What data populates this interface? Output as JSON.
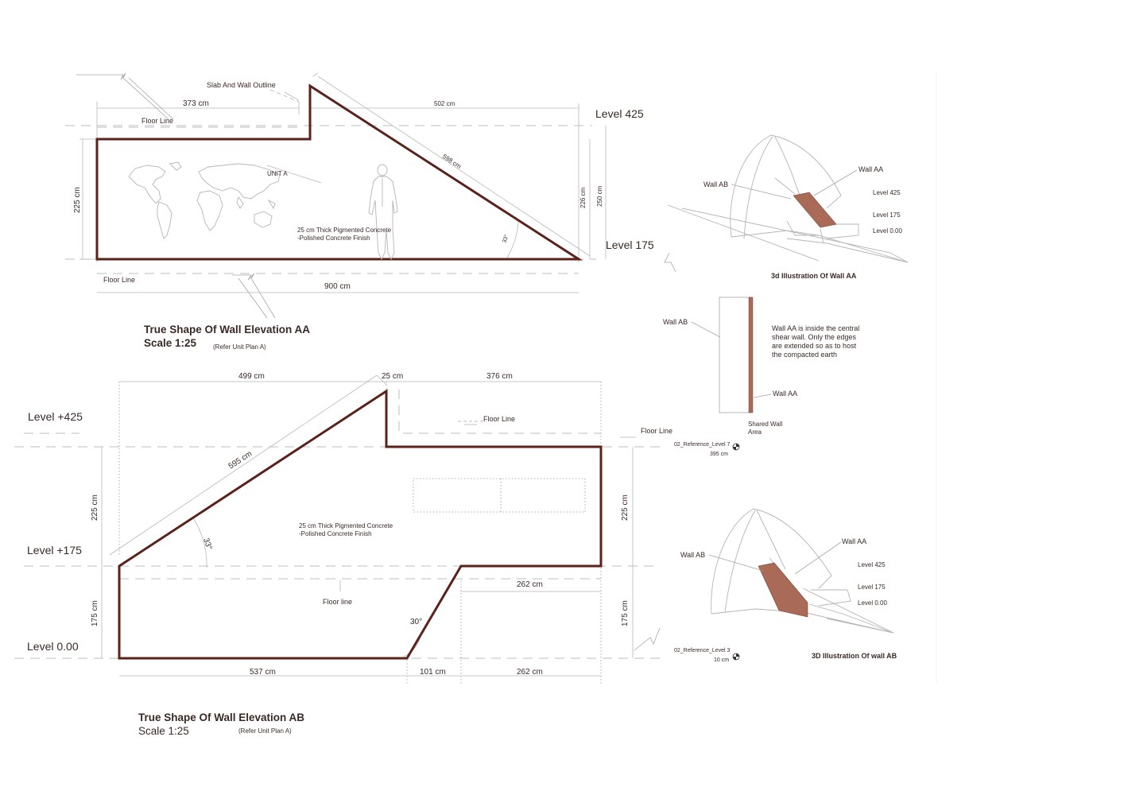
{
  "elevation_aa": {
    "title": "True Shape Of Wall Elevation AA",
    "scale": "Scale 1:25",
    "refer": "(Refer Unit Plan A)",
    "slab_outline": "Slab And Wall Outline",
    "floor_line_top": "Floor Line",
    "floor_line_bottom": "Floor Line",
    "unit_label": "UNIT A",
    "material_line1": "25 cm Thick Pigmented Concrete",
    "material_line2": "-Polished Concrete Finish",
    "level_top": "Level 425",
    "level_bottom": "Level 175",
    "dims": {
      "top_left": "373 cm",
      "top_right": "502 cm",
      "diagonal": "598 cm",
      "left_height": "225 cm",
      "right_height_a": "226 cm",
      "right_height_b": "250 cm",
      "bottom": "900 cm",
      "angle": "33°"
    }
  },
  "elevation_ab": {
    "title": "True Shape Of Wall Elevation AB",
    "scale": "Scale 1:25",
    "refer": "(Refer Unit Plan A)",
    "floor_line_top": "Floor Line",
    "floor_line_right": "Floor Line",
    "floor_line_mid": "Floor line",
    "material_line1": "25 cm Thick Pigmented Concrete",
    "material_line2": "-Polished Concrete Finish",
    "level_425": "Level +425",
    "level_175": "Level +175",
    "level_0": "Level 0.00",
    "ref_level_7": "02_Reference_Level 7",
    "ref_level_7_value": "395 cm",
    "ref_level_3": "02_Reference_Level 3",
    "ref_level_3_value": "10 cm",
    "dims": {
      "top_left": "499 cm",
      "top_mid": "25 cm",
      "top_right": "376 cm",
      "diagonal": "595 cm",
      "angle_top": "33°",
      "angle_bottom": "30°",
      "left_upper": "225 cm",
      "left_lower": "175 cm",
      "right_upper": "225 cm",
      "right_lower": "175 cm",
      "mid_right": "262 cm",
      "bottom_left": "537 cm",
      "bottom_mid": "101 cm",
      "bottom_right": "262 cm"
    }
  },
  "illustration_aa": {
    "title": "3d Illustration Of Wall AA",
    "wall_ab": "Wall AB",
    "wall_aa": "Wall AA",
    "level_425": "Level 425",
    "level_175": "Level 175",
    "level_0": "Level 0.00"
  },
  "section": {
    "wall_ab": "Wall AB",
    "wall_aa": "Wall AA",
    "note_line1": "Wall AA is inside the central",
    "note_line2": "shear wall. Only the edges",
    "note_line3": "are extended so as to host",
    "note_line4": "the compacted earth",
    "shared_line1": "Shared Wall",
    "shared_line2": "Area"
  },
  "illustration_ab": {
    "title": "3D Illustration Of wall AB",
    "wall_ab": "Wall AB",
    "wall_aa": "Wall AA",
    "level_425": "Level 425",
    "level_175": "Level 175",
    "level_0": "Level 0.00"
  },
  "colors": {
    "wall": "#5a221a",
    "accent": "#a96a58",
    "text": "#3a2a26"
  }
}
